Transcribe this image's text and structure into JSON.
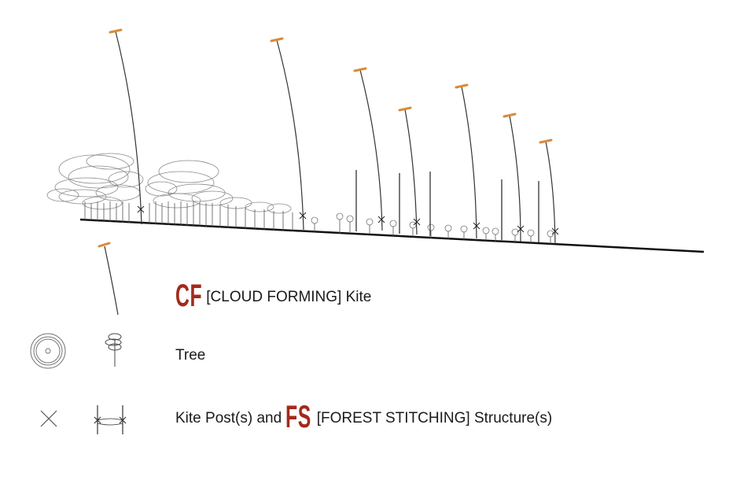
{
  "legend": {
    "kite": {
      "abbr": "CF",
      "label": "[CLOUD FORMING] Kite",
      "icon": "kite-icon"
    },
    "tree": {
      "label": "Tree",
      "icons": [
        "tree-plan-icon",
        "tree-elevation-icon"
      ]
    },
    "post": {
      "prefix": "Kite Post(s) and",
      "abbr": "FS",
      "suffix": "[FOREST STITCHING] Structure(s)",
      "icons": [
        "post-plan-icon",
        "stitching-structure-icon"
      ]
    }
  },
  "colors": {
    "accent": "#a32a1c",
    "kite": "#d98a3a",
    "line": "#222222",
    "tree": "#777777"
  }
}
